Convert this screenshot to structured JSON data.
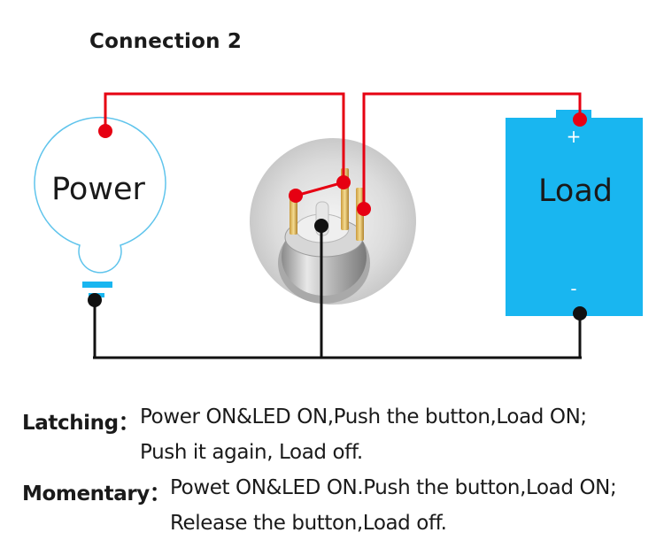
{
  "title": "Connection 2",
  "diagram": {
    "power_label": "Power",
    "load_label": "Load",
    "plus_sign": "+",
    "minus_sign": "-",
    "colors": {
      "red_wire": "#e60012",
      "black_wire": "#111111",
      "load_fill": "#19b6f0",
      "power_outline": "#5fc4ec",
      "terminal_cap": "#19b6f0"
    }
  },
  "descriptions": [
    {
      "term": "Latching：",
      "line1": "Power ON&LED ON,Push the button,Load ON;",
      "line2": "Push it again, Load off."
    },
    {
      "term": "Momentary：",
      "line1": "Powet ON&LED ON.Push the button,Load ON;",
      "line2": "Release the button,Load off."
    }
  ]
}
